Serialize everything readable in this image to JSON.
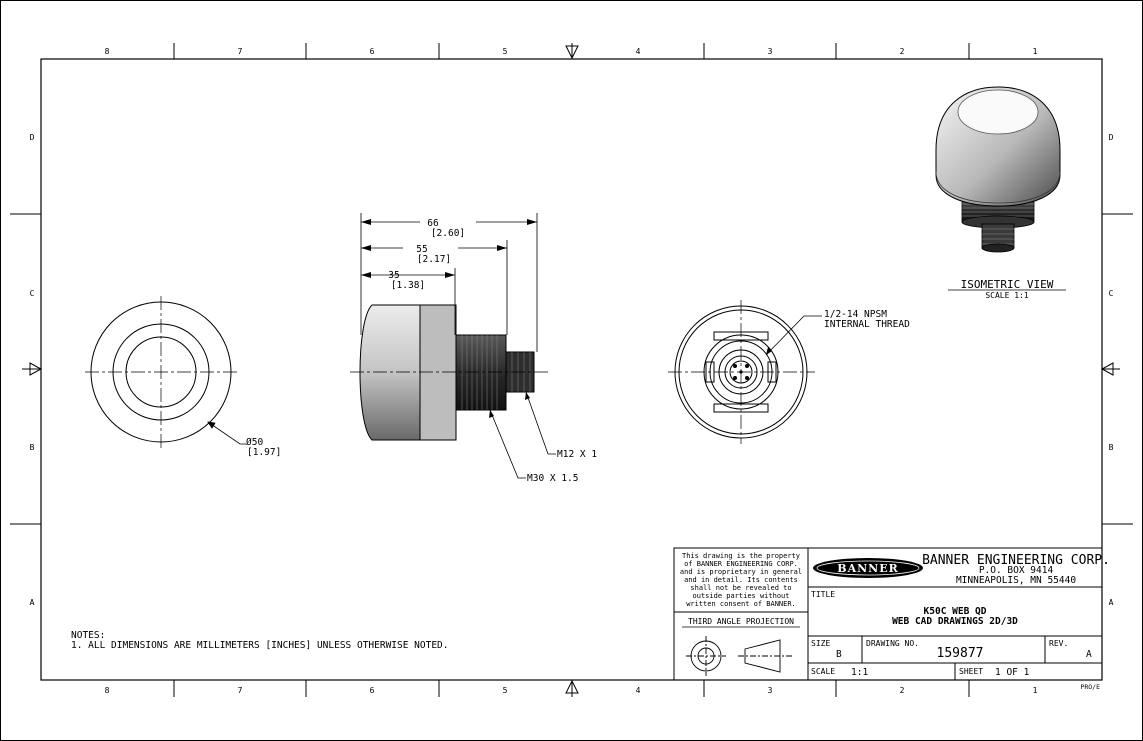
{
  "grid": {
    "columns": [
      "8",
      "7",
      "6",
      "5",
      "4",
      "3",
      "2",
      "1"
    ],
    "rows": [
      "D",
      "C",
      "B",
      "A"
    ]
  },
  "iso_view": {
    "label": "ISOMETRIC VIEW",
    "scale": "SCALE  1:1"
  },
  "dimensions": {
    "overall": "66",
    "overall_in": "[2.60]",
    "mid": "55",
    "mid_in": "[2.17]",
    "short": "35",
    "short_in": "[1.38]",
    "diameter": "Ø50",
    "diameter_in": "[1.97]",
    "thread_m30": "M30 X 1.5",
    "thread_m12": "M12 X 1",
    "npsm_1": "1/2-14 NPSM",
    "npsm_2": "INTERNAL THREAD"
  },
  "notes": {
    "heading": "NOTES:",
    "line1": "1. ALL DIMENSIONS ARE MILLIMETERS [INCHES] UNLESS OTHERWISE NOTED."
  },
  "proprietary": [
    "This drawing is the property",
    "of BANNER ENGINEERING CORP.",
    "and is proprietary in general",
    "and in detail.  Its contents",
    "shall not be revealed to",
    "outside parties without",
    "written consent of BANNER."
  ],
  "projection": "THIRD ANGLE PROJECTION",
  "company": {
    "logo_text": "BANNER",
    "name": "BANNER ENGINEERING CORP.",
    "address1": "P.O. BOX 9414",
    "address2": "MINNEAPOLIS, MN 55440"
  },
  "title_block": {
    "title_label": "TITLE",
    "title1": "K50C WEB QD",
    "title2": "WEB CAD DRAWINGS 2D/3D",
    "size_label": "SIZE",
    "size": "B",
    "drawing_label": "DRAWING NO.",
    "drawing_no": "159877",
    "rev_label": "REV.",
    "rev": "A",
    "scale_label": "SCALE",
    "scale": "1:1",
    "sheet_label": "SHEET",
    "sheet": "1 OF 1",
    "software": "PRO/E"
  }
}
